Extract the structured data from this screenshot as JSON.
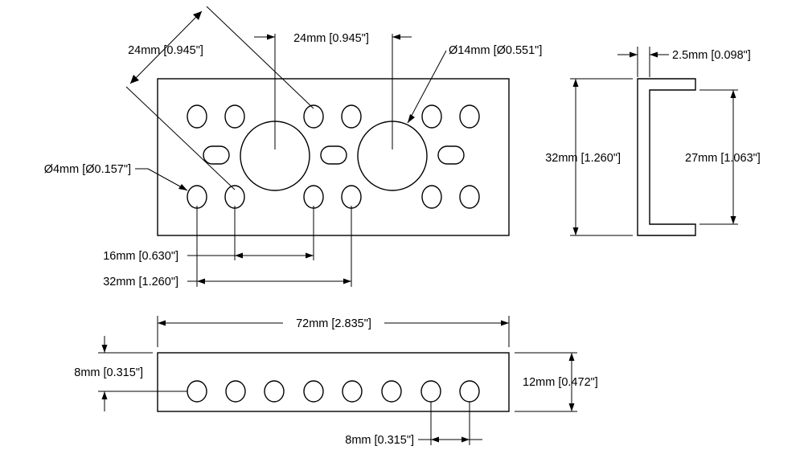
{
  "dimensions": {
    "hole_spacing_diag_left": "24mm [0.945\"]",
    "hole_spacing_top": "24mm [0.945\"]",
    "large_hole_dia": "Ø14mm [Ø0.551\"]",
    "wall_thickness": "2.5mm [0.098\"]",
    "small_hole_dia": "Ø4mm [Ø0.157\"]",
    "hole_spacing_16": "16mm [0.630\"]",
    "hole_spacing_32": "32mm [1.260\"]",
    "side_height_outer": "32mm [1.260\"]",
    "side_height_inner": "27mm [1.063\"]",
    "overall_length": "72mm [2.835\"]",
    "edge_offset": "8mm [0.315\"]",
    "flange_height": "12mm [0.472\"]",
    "flange_hole_pitch": "8mm [0.315\"]"
  }
}
